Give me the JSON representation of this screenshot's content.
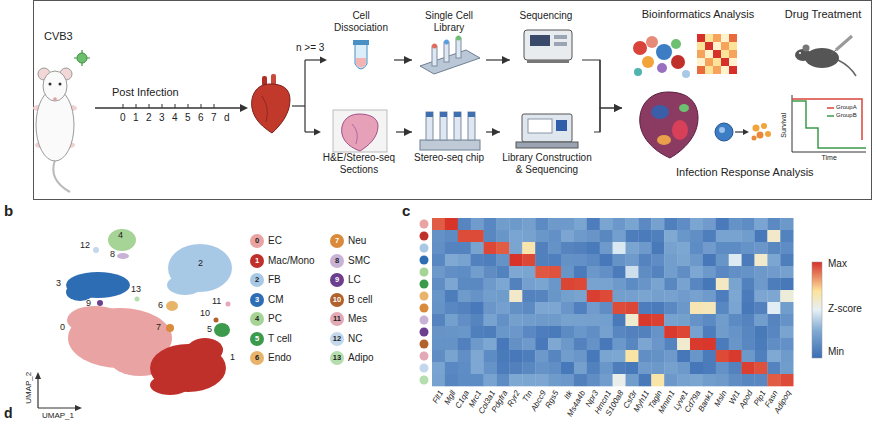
{
  "diagram": {
    "nodes": [
      {
        "text": [
          "Cell Dissociation"
        ]
      },
      {
        "text": [
          "Single Cell Library"
        ]
      },
      {
        "text": [
          "Sequencing"
        ]
      },
      {
        "text": [
          "Bioinformatics Analysis"
        ]
      },
      {
        "text": [
          "Drug Treatment"
        ]
      },
      {
        "text": [
          "H&E/Stereo-seq Sections"
        ]
      },
      {
        "text": [
          "Stereo-seq chip"
        ]
      },
      {
        "text": [
          "Library Construction & Sequencing"
        ]
      }
    ],
    "edges": [
      {
        "from": 0,
        "to": 1,
        "arrow": "to"
      },
      {
        "from": 1,
        "to": 2,
        "arrow": "to"
      },
      {
        "from": 5,
        "to": 6,
        "arrow": "to"
      },
      {
        "from": 6,
        "to": 7,
        "arrow": "to"
      },
      {
        "from": 2,
        "to": 3,
        "arrow": "to"
      },
      {
        "from": 7,
        "to": 3,
        "arrow": "to"
      }
    ],
    "labels": [
      "CVB3",
      "Post Infection",
      "0",
      "1",
      "2",
      "3",
      "4",
      "5",
      "6",
      "7",
      "d",
      "n >= 3",
      "Survival",
      "Time",
      "GroupA",
      "GroupB",
      "Infection Response Analysis",
      "b",
      "0",
      "1",
      "2",
      "3",
      "4",
      "5",
      "6",
      "7",
      "8",
      "9",
      "10",
      "11",
      "12",
      "13",
      "0",
      "1",
      "2",
      "3",
      "4",
      "5",
      "6",
      "7",
      "8",
      "9",
      "10",
      "11",
      "12",
      "13",
      "c",
      "Flt1",
      "Mgll",
      "C1qa",
      "Mrc1",
      "Col3a1",
      "Pdgfra",
      "Ryr2",
      "Ttn",
      "Abcc9",
      "Rgs5",
      "Itk",
      "Ms4a4b",
      "Npr3",
      "Hmcn1",
      "S100a8",
      "Csf3r",
      "Myh11",
      "Tagln",
      "Mmrn1",
      "Lyve1",
      "Cd79a",
      "Bank1",
      "Msln",
      "Wt1",
      "Apod",
      "Plp1",
      "Fasn",
      "Adipoq",
      "Max",
      "Z-score",
      "Min",
      "d",
      "UMAP_2",
      "UMAP_1"
    ],
    "legend": [
      {
        "text": "EC",
        "color": "#e9a3a3"
      },
      {
        "text": "Mac/Mono",
        "color": "#c0302b"
      },
      {
        "text": "FB",
        "color": "#a8c9e6"
      },
      {
        "text": "CM",
        "color": "#2d6db4"
      },
      {
        "text": "PC",
        "color": "#a6d396"
      },
      {
        "text": "T cell",
        "color": "#3c9a4c"
      },
      {
        "text": "Endo",
        "color": "#e7b46a"
      },
      {
        "text": "Neu",
        "color": "#d98a3a"
      },
      {
        "text": "SMC",
        "color": "#c8b2d6"
      },
      {
        "text": "LC",
        "color": "#6c3f8e"
      },
      {
        "text": "B cell",
        "color": "#b0612c"
      },
      {
        "text": "Mes",
        "color": "#e3a9b6"
      },
      {
        "text": "NC",
        "color": "#c3d8ec"
      },
      {
        "text": "Adipo",
        "color": "#b5deae"
      }
    ]
  }
}
